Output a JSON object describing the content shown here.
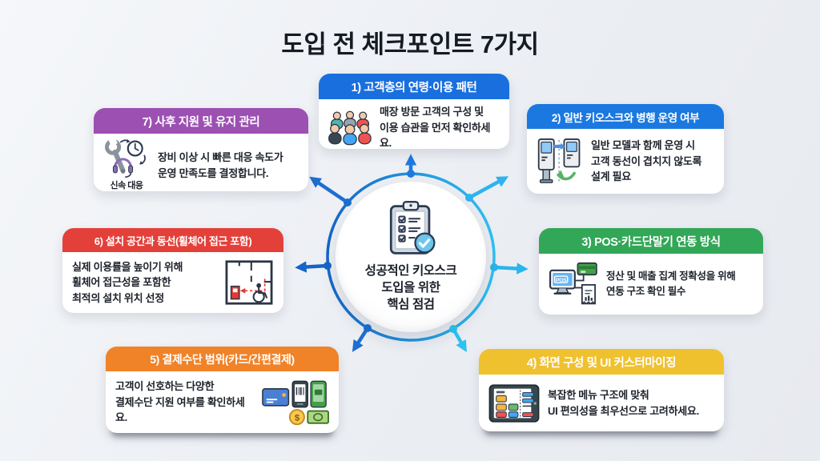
{
  "title": "도입 전 체크포인트 7가지",
  "center": {
    "icon": "clipboard-check-icon",
    "text": "성공적인 키오스크\n도입을 위한\n핵심 점검"
  },
  "cards": [
    {
      "header": "1) 고객층의 연령·이용 패턴",
      "body": "매장 방문 고객의 구성 및\n이용 습관을 먼저 확인하세요.",
      "icon": "people-group-icon",
      "header_color": "#1a6fde"
    },
    {
      "header": "2) 일반 키오스크와 병행 운영 여부",
      "body": "일반 모델과 함께 운영 시\n고객 동선이 겹치지 않도록\n설계 필요",
      "icon": "dual-kiosk-icon",
      "header_color": "#1b78e0"
    },
    {
      "header": "3) POS·카드단말기 연동 방식",
      "body": "정산 및 매출 집계 정확성을 위해\n연동 구조 확인 필수",
      "icon": "pos-terminal-icon",
      "header_color": "#32a757"
    },
    {
      "header": "4) 화면 구성 및 UI 커스터마이징",
      "body": "복잡한 메뉴 구조에 맞춰\nUI 편의성을 최우선으로 고려하세요.",
      "icon": "tablet-ui-icon",
      "header_color": "#f0c12f"
    },
    {
      "header": "5) 결제수단 범위(카드/간편결제)",
      "body": "고객이 선호하는 다양한\n결제수단 지원 여부를 확인하세요.",
      "icon": "payment-methods-icon",
      "header_color": "#f08227"
    },
    {
      "header": "6) 설치 공간과 동선(휠체어 접근 포함)",
      "body": "실제 이용률을 높이기 위해\n휠체어 접근성을 포함한\n최적의 설치 위치 선정",
      "icon": "floorplan-wheelchair-icon",
      "header_color": "#e4403a"
    },
    {
      "header": "7) 사후 지원 및 유지 관리",
      "body": "장비 이상 시 빠른 대응 속도가\n운영 만족도를 결정합니다.",
      "icon": "maintenance-support-icon",
      "caption": "신속 대응",
      "header_color": "#9c50b2"
    }
  ],
  "colors": {
    "ring_left": "#1565c8",
    "ring_right": "#2fc1f2",
    "arrow_dark_blue": "#1d6fd0",
    "arrow_mid_blue": "#1e7ae0",
    "arrow_cyan": "#2ab5ec",
    "background": "#ebeef3",
    "card_bg": "#ffffff",
    "text": "#1d222b"
  }
}
